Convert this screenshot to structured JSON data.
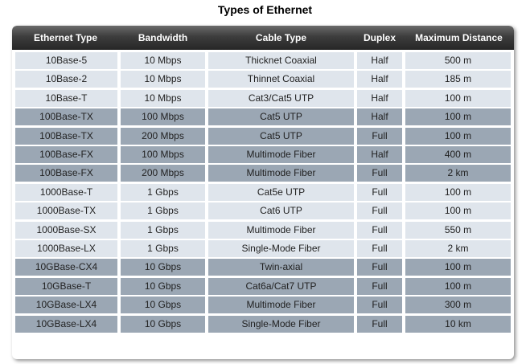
{
  "title": "Types of Ethernet",
  "colors": {
    "header_bg": "#2e2e2e",
    "row_light": "#dfe5ec",
    "row_dark": "#9ba7b4"
  },
  "columns": [
    "Ethernet Type",
    "Bandwidth",
    "Cable Type",
    "Duplex",
    "Maximum Distance"
  ],
  "rows": [
    {
      "tone": "light",
      "cells": [
        "10Base-5",
        "10 Mbps",
        "Thicknet Coaxial",
        "Half",
        "500 m"
      ]
    },
    {
      "tone": "light",
      "cells": [
        "10Base-2",
        "10 Mbps",
        "Thinnet Coaxial",
        "Half",
        "185 m"
      ]
    },
    {
      "tone": "light",
      "cells": [
        "10Base-T",
        "10 Mbps",
        "Cat3/Cat5 UTP",
        "Half",
        "100 m"
      ]
    },
    {
      "tone": "dark",
      "cells": [
        "100Base-TX",
        "100 Mbps",
        "Cat5 UTP",
        "Half",
        "100 m"
      ]
    },
    {
      "tone": "dark",
      "cells": [
        "100Base-TX",
        "200 Mbps",
        "Cat5 UTP",
        "Full",
        "100 m"
      ]
    },
    {
      "tone": "dark",
      "cells": [
        "100Base-FX",
        "100 Mbps",
        "Multimode Fiber",
        "Half",
        "400 m"
      ]
    },
    {
      "tone": "dark",
      "cells": [
        "100Base-FX",
        "200 Mbps",
        "Multimode Fiber",
        "Full",
        "2 km"
      ]
    },
    {
      "tone": "light",
      "cells": [
        "1000Base-T",
        "1 Gbps",
        "Cat5e UTP",
        "Full",
        "100 m"
      ]
    },
    {
      "tone": "light",
      "cells": [
        "1000Base-TX",
        "1 Gbps",
        "Cat6 UTP",
        "Full",
        "100 m"
      ]
    },
    {
      "tone": "light",
      "cells": [
        "1000Base-SX",
        "1 Gbps",
        "Multimode Fiber",
        "Full",
        "550 m"
      ]
    },
    {
      "tone": "light",
      "cells": [
        "1000Base-LX",
        "1 Gbps",
        "Single-Mode Fiber",
        "Full",
        "2 km"
      ]
    },
    {
      "tone": "dark",
      "cells": [
        "10GBase-CX4",
        "10 Gbps",
        "Twin-axial",
        "Full",
        "100 m"
      ]
    },
    {
      "tone": "dark",
      "cells": [
        "10GBase-T",
        "10 Gbps",
        "Cat6a/Cat7 UTP",
        "Full",
        "100 m"
      ]
    },
    {
      "tone": "dark",
      "cells": [
        "10GBase-LX4",
        "10 Gbps",
        "Multimode Fiber",
        "Full",
        "300 m"
      ]
    },
    {
      "tone": "dark",
      "cells": [
        "10GBase-LX4",
        "10 Gbps",
        "Single-Mode Fiber",
        "Full",
        "10 km"
      ]
    }
  ]
}
